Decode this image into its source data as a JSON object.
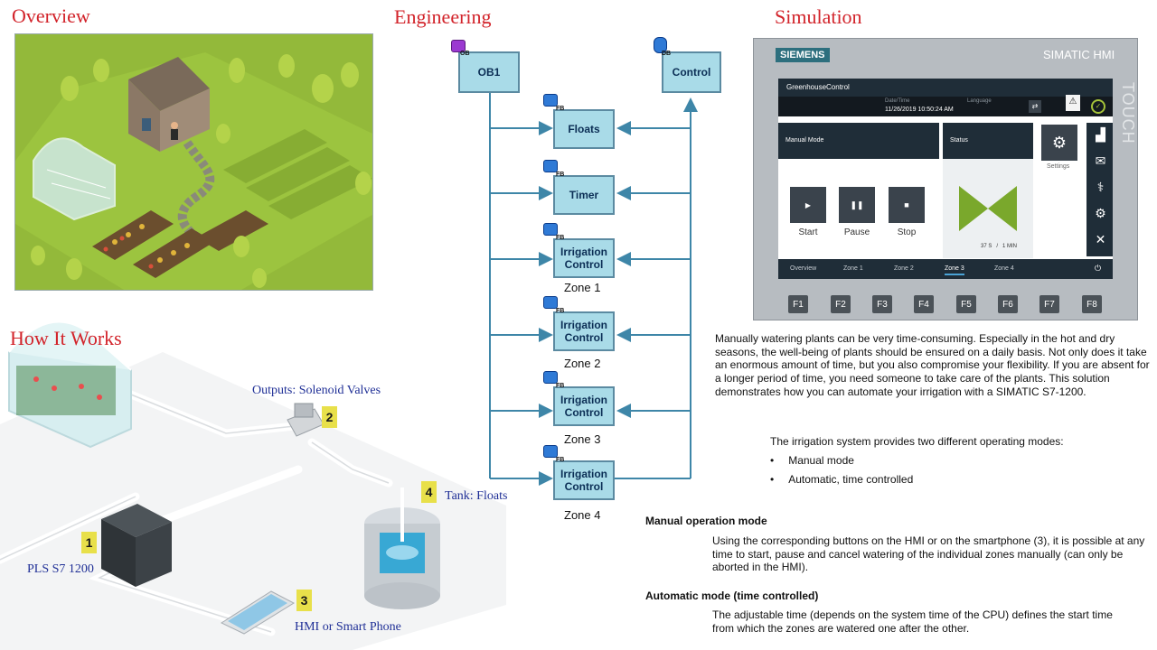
{
  "sections": {
    "overview": "Overview",
    "engineering": "Engineering",
    "simulation": "Simulation",
    "how_it_works": "How It Works"
  },
  "engineering": {
    "ob1": {
      "label": "OB1",
      "tag": "OB"
    },
    "control": {
      "label": "Control",
      "tag": "DB"
    },
    "floats": {
      "label": "Floats",
      "tag": "FB"
    },
    "timer": {
      "label": "Timer",
      "tag": "FB"
    },
    "irrigation_blocks": [
      {
        "line1": "Irrigation",
        "line2": "Control",
        "tag": "FB",
        "zone": "Zone 1"
      },
      {
        "line1": "Irrigation",
        "line2": "Control",
        "tag": "FB",
        "zone": "Zone 2"
      },
      {
        "line1": "Irrigation",
        "line2": "Control",
        "tag": "FB",
        "zone": "Zone 3"
      },
      {
        "line1": "Irrigation",
        "line2": "Control",
        "tag": "FB",
        "zone": "Zone 4"
      }
    ]
  },
  "hmi": {
    "brand": "SIEMENS",
    "product": "SIMATIC HMI",
    "touch": "TOUCH",
    "screen_title": "GreenhouseControl",
    "datetime_label": "Date/Time",
    "datetime_value": "11/26/2019 10:50:24 AM",
    "language_label": "Language",
    "manual_mode": "Manual Mode",
    "status": "Status",
    "settings": "Settings",
    "buttons": {
      "start": "Start",
      "pause": "Pause",
      "stop": "Stop"
    },
    "timer_readout": "37 S   /   1 MIN",
    "tabs": [
      "Overview",
      "Zone 1",
      "Zone 2",
      "Zone 3",
      "Zone 4"
    ],
    "active_tab": "Zone 3",
    "fkeys": [
      "F1",
      "F2",
      "F3",
      "F4",
      "F5",
      "F6",
      "F7",
      "F8"
    ]
  },
  "description": {
    "intro": "Manually watering plants can be very time-consuming. Especially in the hot and dry seasons, the well-being of plants should be ensured on a daily basis. Not only does it take an enormous amount of time, but you also compromise your flexibility. If you are absent for a longer period of time, you need someone to take care of the plants. This solution demonstrates how you can automate your irrigation with a SIMATIC S7-1200.",
    "modes_intro": "The irrigation system provides two different operating modes:",
    "modes": [
      "Manual mode",
      "Automatic, time controlled"
    ],
    "manual_heading": "Manual operation mode",
    "manual_text": "Using the corresponding buttons on the HMI or on the smartphone (3), it is possible at any time to start, pause and cancel watering of the individual zones manually (can only be aborted in the HMI).",
    "auto_heading": "Automatic mode (time controlled)",
    "auto_text": "The adjustable time (depends on the system time of the CPU) defines the start time from which the zones are watered one after the other."
  },
  "how_it_works": {
    "labels": {
      "outputs": "Outputs: Solenoid Valves",
      "tank": "Tank: Floats",
      "plc": "PLS S7 1200",
      "hmi": "HMI or Smart Phone"
    },
    "numbers": [
      "1",
      "2",
      "3",
      "4"
    ]
  },
  "colors": {
    "title_red": "#d2232a",
    "block_fill": "#a9dbe8",
    "connector": "#3e86a8",
    "label_blue": "#1f2f96",
    "status_green": "#7aa82c"
  }
}
